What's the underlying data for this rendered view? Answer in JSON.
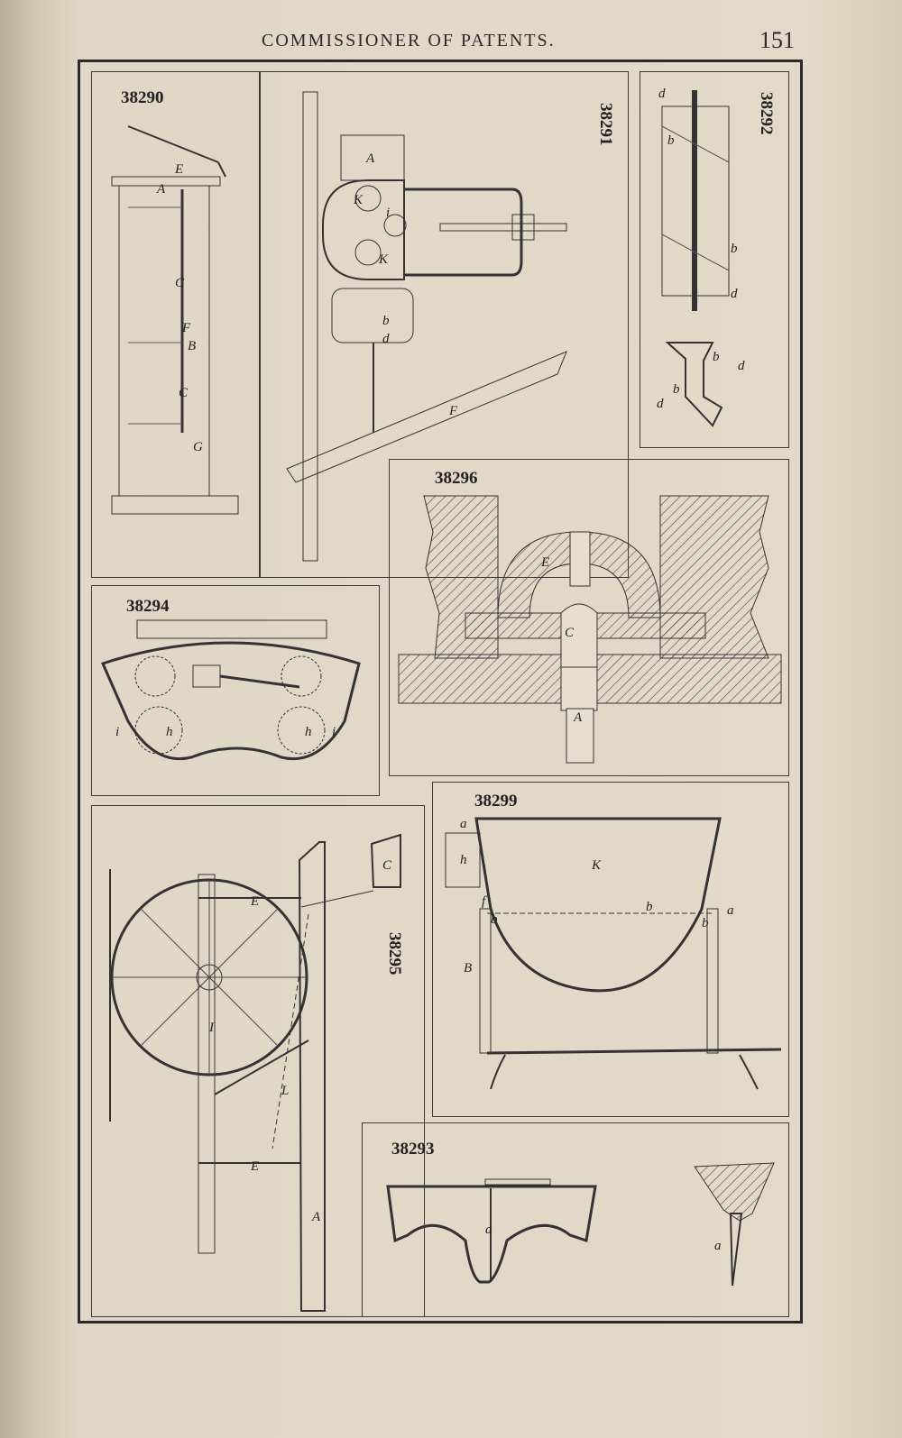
{
  "page": {
    "header": "COMMISSIONER OF PATENTS.",
    "page_number": "151"
  },
  "figures": [
    {
      "id": "38290",
      "letters": [
        "E",
        "A",
        "C",
        "F",
        "B",
        "C",
        "G"
      ]
    },
    {
      "id": "38291",
      "letters": [
        "A",
        "K",
        "i",
        "K",
        "b",
        "d",
        "F"
      ]
    },
    {
      "id": "38292",
      "letters": [
        "d",
        "b",
        "b",
        "d",
        "d",
        "b",
        "b",
        "d"
      ]
    },
    {
      "id": "38294",
      "letters": [
        "i",
        "h",
        "h",
        "i"
      ]
    },
    {
      "id": "38296",
      "letters": [
        "E",
        "C",
        "A"
      ]
    },
    {
      "id": "38295",
      "letters": [
        "E",
        "C",
        "I",
        "L",
        "E",
        "A"
      ]
    },
    {
      "id": "38299",
      "letters": [
        "a",
        "h",
        "K",
        "f",
        "b",
        "b",
        "b",
        "a",
        "B"
      ]
    },
    {
      "id": "38293",
      "letters": [
        "a",
        "a"
      ]
    }
  ]
}
